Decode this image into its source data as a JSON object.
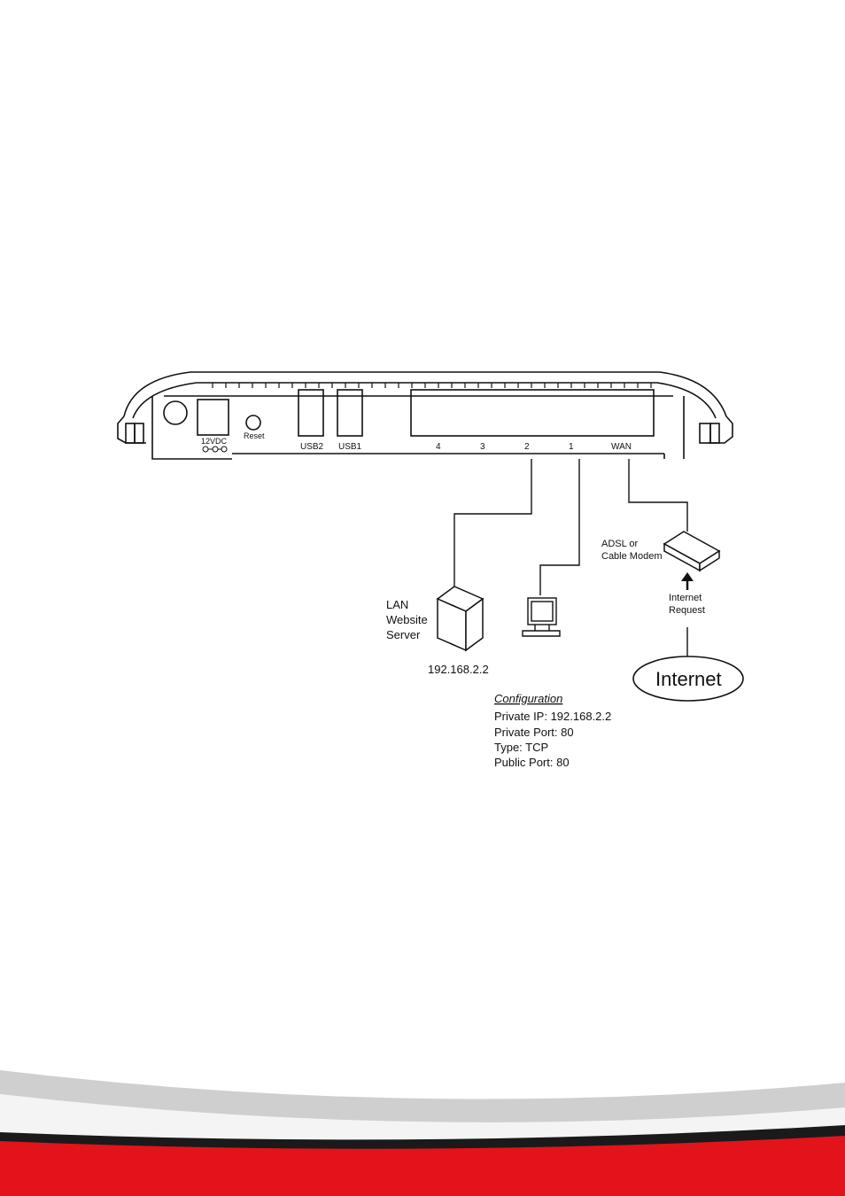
{
  "router": {
    "power_label": "12VDC",
    "reset_label": "Reset",
    "usb2_label": "USB2",
    "usb1_label": "USB1",
    "ports": [
      "4",
      "3",
      "2",
      "1",
      "WAN"
    ]
  },
  "server": {
    "label_lines": [
      "LAN",
      "Website",
      "Server"
    ],
    "ip": "192.168.2.2"
  },
  "modem": {
    "label_lines": [
      "ADSL or",
      "Cable Modem"
    ]
  },
  "request": {
    "label_lines": [
      "Internet",
      "Request"
    ]
  },
  "cloud": {
    "label": "Internet"
  },
  "configuration": {
    "title": "Configuration",
    "lines": [
      "Private IP: 192.168.2.2",
      "Private Port: 80",
      "Type: TCP",
      "Public Port: 80"
    ]
  },
  "colors": {
    "footer_red": "#e3131b",
    "footer_dark": "#1a1a1a",
    "footer_shade": "#cfcfcf"
  }
}
